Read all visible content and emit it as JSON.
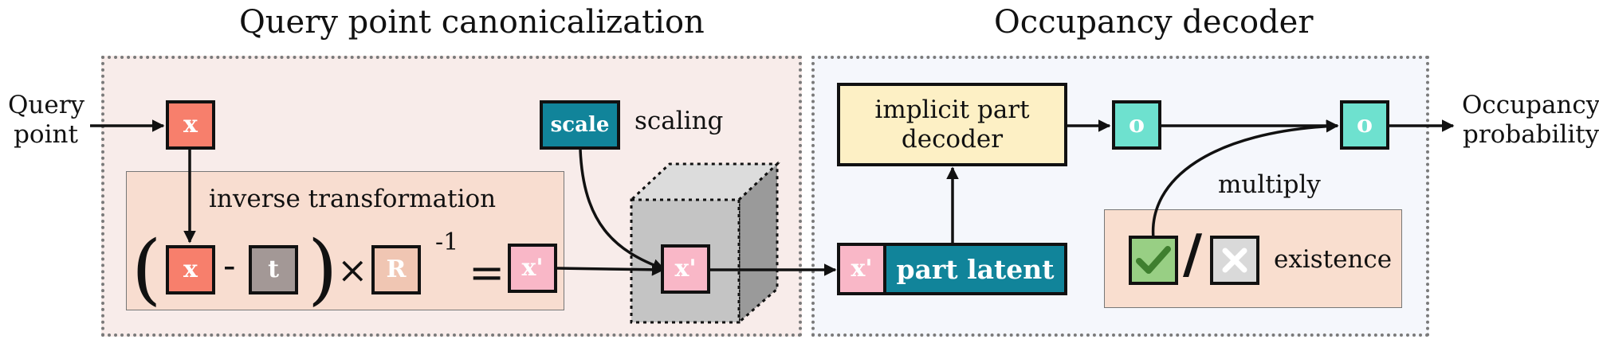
{
  "left_section": {
    "title": "Query point canonicalization",
    "input_label_line1": "Query",
    "input_label_line2": "point",
    "x_label": "x",
    "inverse_transformation_label": "inverse transformation",
    "open_paren": "(",
    "close_paren": ")",
    "minus": "-",
    "times": "×",
    "equals": "=",
    "exponent": "-1",
    "t_label": "t",
    "r_label": "R",
    "x_prime_label": "x'",
    "scale_label": "scale",
    "scaling_label": "scaling",
    "cube_x_prime_label": "x'"
  },
  "right_section": {
    "title": "Occupancy decoder",
    "decoder_label_line1": "implicit part",
    "decoder_label_line2": "decoder",
    "x_prime_label": "x'",
    "part_latent_label": "part latent",
    "o_label_1": "o",
    "o_label_2": "o",
    "multiply_label": "multiply",
    "existence_label": "existence",
    "slash": "/",
    "output_label_line1": "Occupancy",
    "output_label_line2": "probability"
  },
  "colors": {
    "left_panel_bg": "#f8ecea",
    "right_panel_bg": "#f5f7fc",
    "inverse_box_bg": "#f8ddd0",
    "existence_box_bg": "#f9decf",
    "x_box": "#f77f6c",
    "t_box": "#a39896",
    "r_box": "#f0c6b3",
    "x_prime_box": "#f9b7c7",
    "teal": "#11849a",
    "o_box": "#6ee1cf",
    "decoder_box": "#fdf0c5",
    "check_box": "#98cf84",
    "check_mark": "#3f7f2f",
    "cross_box": "#d9d9d9",
    "cube_front": "#c4c4c4",
    "cube_side": "#9a9a9a"
  }
}
